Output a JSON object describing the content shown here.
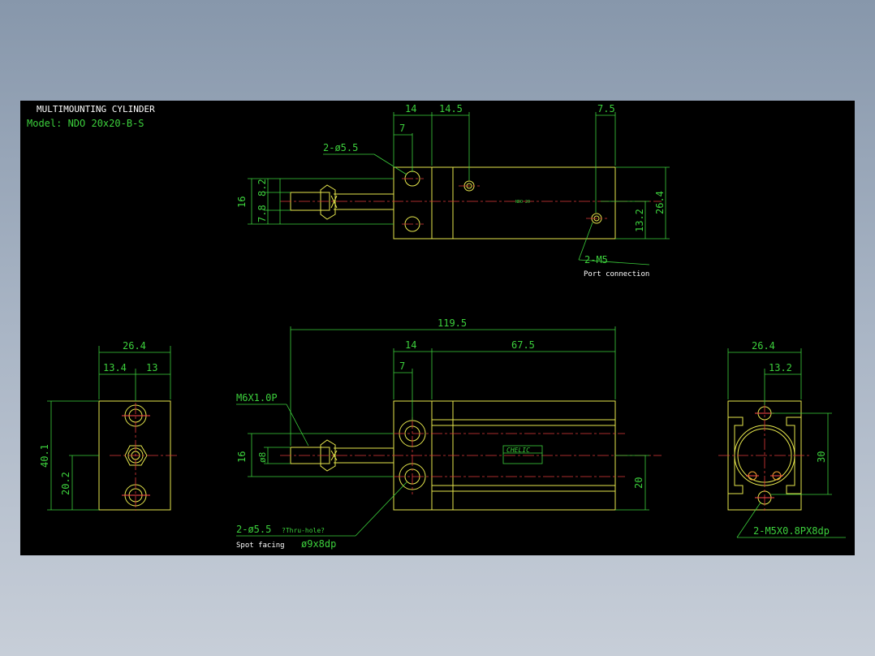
{
  "title": {
    "line1": "MULTIMOUNTING CYLINDER",
    "line2": "Model: NDO 20x20-B-S"
  },
  "top_view": {
    "dim_14": "14",
    "dim_14_5": "14.5",
    "dim_7_5": "7.5",
    "dim_7": "7",
    "hole_label": "2-ø5.5",
    "dim_16": "16",
    "dim_8_2": "8.2",
    "dim_7_8": "7.8",
    "dim_26_4": "26.4",
    "dim_13_2": "13.2",
    "body_text": "NDO 20",
    "port_label": "2-M5",
    "port_sub": "Port connection"
  },
  "left_view": {
    "dim_26_4": "26.4",
    "dim_13_4": "13.4",
    "dim_13": "13",
    "dim_40_1": "40.1",
    "dim_20_2": "20.2"
  },
  "front_view": {
    "dim_119_5": "119.5",
    "dim_14": "14",
    "dim_67_5": "67.5",
    "dim_7": "7",
    "thread_label": "M6X1.0P",
    "dim_16": "16",
    "dim_o8": "ø8",
    "dim_20": "20",
    "brand": "CHELIC",
    "hole_label": "2-ø5.5",
    "hole_note": "?Thru-hole?",
    "spot_label": "Spot facing",
    "spot_value": "ø9x8dp"
  },
  "right_view": {
    "dim_26_4": "26.4",
    "dim_13_2": "13.2",
    "dim_30": "30",
    "thread_label": "2-M5X0.8PX8dp"
  }
}
